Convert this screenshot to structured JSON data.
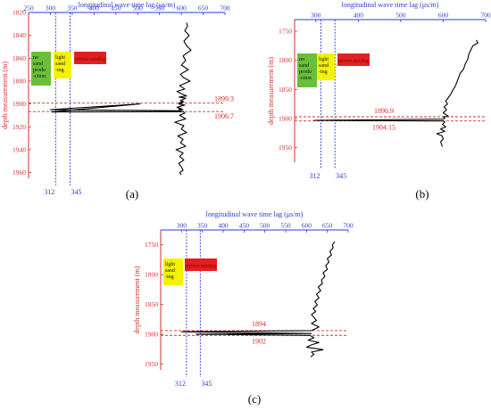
{
  "chart_data": [
    {
      "type": "line",
      "panel_label": "(a)",
      "xlabel": "longitudinal wave time lag (μs/m)",
      "ylabel": "depth measurement (m)",
      "xlim": [
        250,
        700
      ],
      "xticks": [
        250,
        300,
        350,
        400,
        450,
        500,
        550,
        600,
        650,
        700
      ],
      "ylim": [
        1965,
        1820
      ],
      "yticks": [
        1820,
        1840,
        1860,
        1880,
        1900,
        1920,
        1940,
        1960
      ],
      "threshold_lines": [
        312,
        345
      ],
      "threshold_labels": [
        "312",
        "345"
      ],
      "depth_marks": [
        1899.3,
        1906.7
      ],
      "depth_labels": [
        "1899.3",
        "1906.7"
      ],
      "legend_boxes": [
        {
          "text": "no sand produ -ction",
          "color": "#6abf3a"
        },
        {
          "text": "light sand -ing",
          "color": "#f5f200"
        },
        {
          "text": "serious sanding",
          "color": "#e02020"
        }
      ],
      "series": [
        {
          "x": [
            612,
            614,
            608,
            618,
            606,
            612,
            622,
            604,
            610,
            600,
            616,
            598,
            605,
            620,
            596,
            608,
            590,
            600,
            612,
            595,
            610,
            604,
            598,
            606,
            595,
            602,
            594,
            608,
            598,
            590,
            600,
            594,
            604,
            596,
            598,
            300,
            505,
            303,
            604,
            608,
            596,
            610,
            585,
            606,
            600,
            612,
            592,
            604,
            598,
            610,
            588,
            604,
            596,
            606,
            594,
            600,
            604,
            596,
            600
          ],
          "y": [
            1829,
            1832,
            1836,
            1840,
            1845,
            1849,
            1853,
            1858,
            1862,
            1866,
            1870,
            1874,
            1877,
            1880,
            1884,
            1887,
            1889,
            1891,
            1893,
            1894,
            1895,
            1896,
            1897,
            1898,
            1899,
            1899.3,
            1900,
            1901,
            1902,
            1903,
            1904,
            1904.5,
            1905,
            1905.5,
            1906,
            1905,
            1900,
            1907,
            1906.7,
            1908,
            1910,
            1913,
            1916,
            1919,
            1922,
            1925,
            1928,
            1931,
            1934,
            1937,
            1940,
            1943,
            1946,
            1949,
            1952,
            1955,
            1958,
            1960,
            1962
          ]
        }
      ]
    },
    {
      "type": "line",
      "panel_label": "(b)",
      "xlabel": "longitudinal wave time lag (μs/m)",
      "ylabel": "depth measurement (m)",
      "xlim": [
        250,
        700
      ],
      "xticks": [
        300,
        400,
        500,
        600,
        700
      ],
      "ylim": [
        1975,
        1730
      ],
      "yticks": [
        1750,
        1800,
        1850,
        1900,
        1950
      ],
      "threshold_lines": [
        312,
        345
      ],
      "threshold_labels": [
        "312",
        "345"
      ],
      "depth_marks": [
        1896.9,
        1904.15
      ],
      "depth_labels": [
        "1896.9",
        "1904.15"
      ],
      "legend_boxes": [
        {
          "text": "no sand produ -ction",
          "color": "#6abf3a"
        },
        {
          "text": "light sand -ing",
          "color": "#f5f200"
        },
        {
          "text": "serious sanding",
          "color": "#e02020"
        }
      ],
      "series": [
        {
          "x": [
            678,
            682,
            670,
            665,
            660,
            658,
            652,
            648,
            640,
            636,
            632,
            628,
            622,
            618,
            612,
            606,
            610,
            602,
            608,
            600,
            606,
            612,
            600,
            604,
            600,
            296,
            600,
            604,
            598,
            606,
            594,
            604,
            585,
            598,
            600,
            594,
            598
          ],
          "y": [
            1765,
            1770,
            1775,
            1782,
            1790,
            1798,
            1806,
            1815,
            1822,
            1830,
            1838,
            1845,
            1852,
            1858,
            1864,
            1870,
            1875,
            1880,
            1885,
            1890,
            1893,
            1896,
            1896.9,
            1899,
            1901,
            1903,
            1904.15,
            1906,
            1910,
            1914,
            1918,
            1922,
            1926,
            1930,
            1935,
            1940,
            1948
          ]
        }
      ]
    },
    {
      "type": "line",
      "panel_label": "(c)",
      "xlabel": "longitudinal wave time lag (μs/m)",
      "ylabel": "depth measurement (m)",
      "xlim": [
        250,
        700
      ],
      "xticks": [
        300,
        350,
        400,
        450,
        500,
        550,
        600,
        650,
        700
      ],
      "ylim": [
        1960,
        1725
      ],
      "yticks": [
        1750,
        1800,
        1850,
        1900,
        1950
      ],
      "threshold_lines": [
        312,
        345
      ],
      "threshold_labels": [
        "312",
        "345"
      ],
      "depth_marks": [
        1894,
        1902
      ],
      "depth_labels": [
        "1894",
        "1902"
      ],
      "legend_boxes": [
        {
          "text": "light sand -ing",
          "color": "#f5f200"
        },
        {
          "text": "serious sanding",
          "color": "#e02020"
        }
      ],
      "series": [
        {
          "x": [
            668,
            662,
            664,
            656,
            660,
            650,
            654,
            646,
            650,
            640,
            644,
            636,
            638,
            628,
            634,
            624,
            630,
            620,
            626,
            616,
            622,
            612,
            618,
            624,
            612,
            630,
            612,
            300,
            612,
            335,
            608,
            618,
            604,
            630,
            612,
            600,
            640,
            612,
            618,
            610
          ],
          "y": [
            1745,
            1750,
            1755,
            1761,
            1767,
            1773,
            1779,
            1785,
            1791,
            1797,
            1803,
            1809,
            1815,
            1821,
            1827,
            1833,
            1839,
            1845,
            1851,
            1857,
            1862,
            1867,
            1872,
            1877,
            1882,
            1888,
            1894,
            1896,
            1899,
            1900,
            1902,
            1906,
            1910,
            1914,
            1918,
            1922,
            1926,
            1930,
            1934,
            1938
          ]
        }
      ]
    }
  ]
}
